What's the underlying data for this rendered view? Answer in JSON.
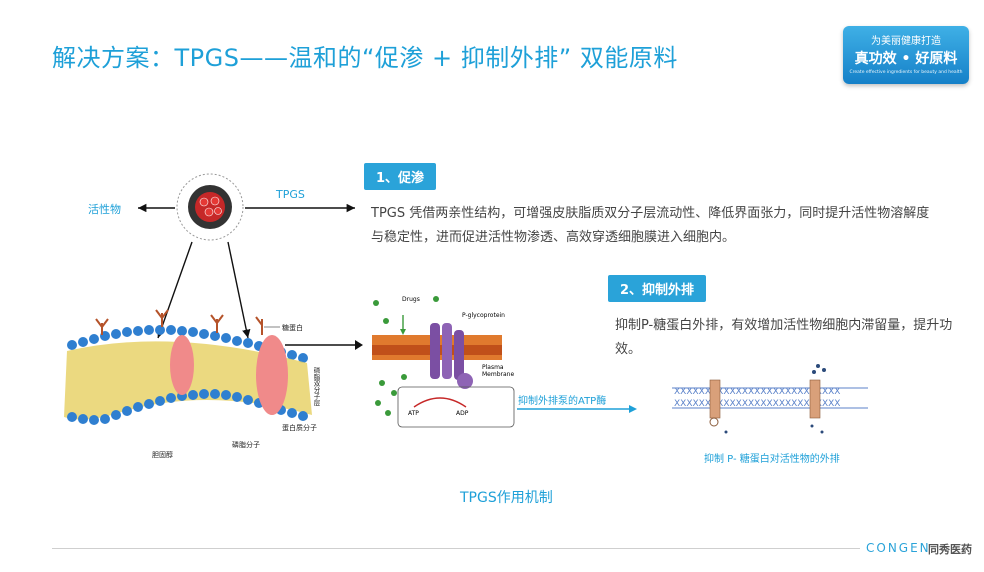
{
  "header": {
    "title": "解决方案：TPGS——温和的“促渗 + 抑制外排” 双能原料",
    "badge_line1": "为美丽健康打造",
    "badge_line2": "真功效 • 好原料",
    "badge_line3": "Create effective ingredients for beauty and health"
  },
  "micelle": {
    "left_label": "活性物",
    "right_label": "TPGS"
  },
  "membrane": {
    "label_glycoprotein": "糖蛋白",
    "label_bilayer": "磷脂双分子层",
    "label_protein": "蛋白质分子",
    "label_phospholipid_molecule": "磷脂分子",
    "label_cholesterol": "胆固醇"
  },
  "section1": {
    "tag": "1、促渗",
    "text": "TPGS 凭借两亲性结构，可增强皮肤脂质双分子层流动性、降低界面张力，同时提升活性物溶解度与稳定性，进而促进活性物渗透、高效穿透细胞膜进入细胞内。"
  },
  "section2": {
    "tag": "2、抑制外排",
    "text": "抑制P-糖蛋白外排，有效增加活性物细胞内滞留量，提升功效。"
  },
  "pgp_diagram": {
    "drugs": "Drugs",
    "pgp": "P-glycoprotein",
    "plasma1": "Plasma",
    "plasma2": "Membrane",
    "atp": "ATP",
    "adp": "ADP",
    "arrow_label": "抑制外排泵的ATP酶",
    "bottom_caption": "抑制 P- 糖蛋白对活性物的外排"
  },
  "caption": "TPGS作用机制",
  "footer": {
    "logo_en": "CONGEN",
    "logo_cn": "同秀医药"
  },
  "colors": {
    "accent": "#1ea0d8",
    "tag_bg": "#2aa3d9",
    "membrane_head": "#2f7fd0",
    "protein": "#f08a8a"
  }
}
